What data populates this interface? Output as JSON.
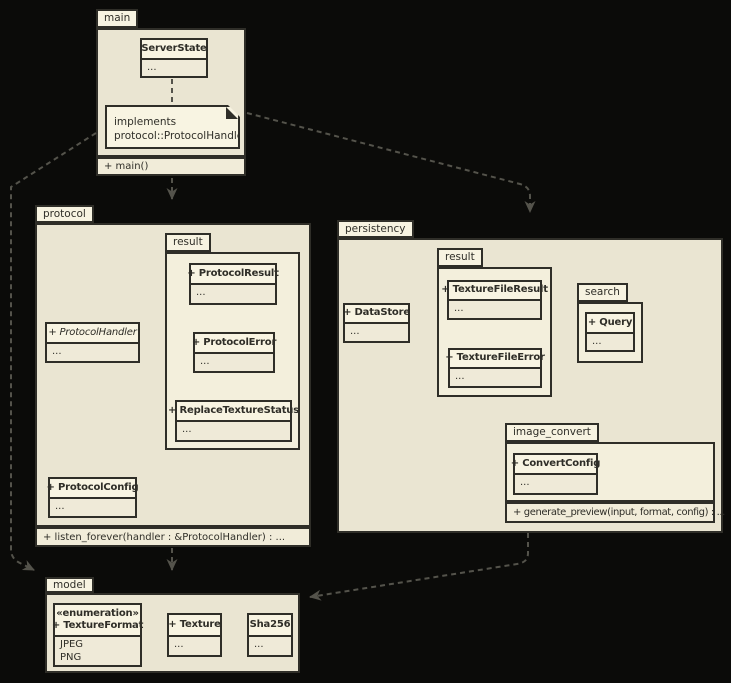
{
  "colors": {
    "background": "#0b0b09",
    "package_fill": "#eae5d2",
    "sub_package_fill": "#f3efdc",
    "class_title_fill": "#f8f4e2",
    "border": "#2f2e28",
    "arrow": "#54534b"
  },
  "main_pkg": {
    "tab": "main",
    "server_state": {
      "name": "ServerState",
      "body": "..."
    },
    "note": {
      "line1": "implements",
      "line2": "protocol::ProtocolHandler"
    },
    "ops": "+ main()"
  },
  "protocol_pkg": {
    "tab": "protocol",
    "result_tab": "result",
    "protocol_result": {
      "name": "+ ProtocolResult",
      "body": "..."
    },
    "protocol_error": {
      "name": "+ ProtocolError",
      "body": "..."
    },
    "replace_texture_status": {
      "name": "+ ReplaceTextureStatus",
      "body": "..."
    },
    "protocol_handler": {
      "name": "+ ProtocolHandler",
      "body": "..."
    },
    "protocol_config": {
      "name": "+ ProtocolConfig",
      "body": "..."
    },
    "ops": "+ listen_forever(handler : &ProtocolHandler) : ..."
  },
  "persistency_pkg": {
    "tab": "persistency",
    "data_store": {
      "name": "+ DataStore",
      "body": "..."
    },
    "result_tab": "result",
    "texture_file_result": {
      "name": "+ TextureFileResult",
      "body": "..."
    },
    "texture_file_error": {
      "name": "+ TextureFileError",
      "body": "..."
    },
    "search_tab": "search",
    "query": {
      "name": "+ Query",
      "body": "..."
    },
    "image_convert_tab": "image_convert",
    "convert_config": {
      "name": "+ ConvertConfig",
      "body": "..."
    },
    "image_convert_ops": "+ generate_preview(input, format, config) : ..."
  },
  "model_pkg": {
    "tab": "model",
    "texture_format": {
      "stereotype": "«enumeration»",
      "name": "+ TextureFormat",
      "value1": "JPEG",
      "value2": "PNG"
    },
    "texture": {
      "name": "+ Texture",
      "body": "..."
    },
    "sha256": {
      "name": "Sha256",
      "body": "..."
    }
  }
}
